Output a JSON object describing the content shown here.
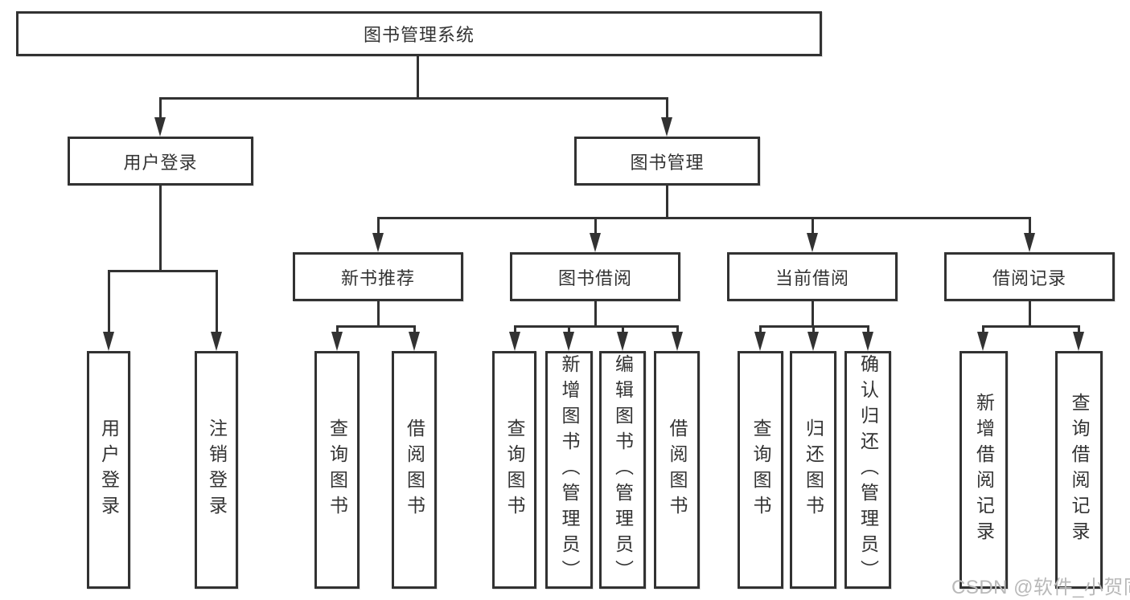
{
  "diagram": {
    "title": "图书管理系统",
    "root": {
      "label": "图书管理系统"
    },
    "level2": [
      {
        "label": "用户登录",
        "children": [
          {
            "label": "用户登录"
          },
          {
            "label": "注销登录"
          }
        ]
      },
      {
        "label": "图书管理",
        "children": [
          {
            "label": "新书推荐",
            "children": [
              {
                "label": "查询图书"
              },
              {
                "label": "借阅图书"
              }
            ]
          },
          {
            "label": "图书借阅",
            "children": [
              {
                "label": "查询图书"
              },
              {
                "label": "新增图书（管理员）"
              },
              {
                "label": "编辑图书（管理员）"
              },
              {
                "label": "借阅图书"
              }
            ]
          },
          {
            "label": "当前借阅",
            "children": [
              {
                "label": "查询图书"
              },
              {
                "label": "归还图书"
              },
              {
                "label": "确认归还（管理员）"
              }
            ]
          },
          {
            "label": "借阅记录",
            "children": [
              {
                "label": "新增借阅记录"
              },
              {
                "label": "查询借阅记录"
              }
            ]
          }
        ]
      }
    ]
  },
  "watermark": {
    "text": "CSDN @软件_小贺同学"
  },
  "colors": {
    "line": "#323232",
    "box_border": "#323232",
    "text": "#333333",
    "watermark": "#b9b9b9",
    "background": "#ffffff"
  }
}
